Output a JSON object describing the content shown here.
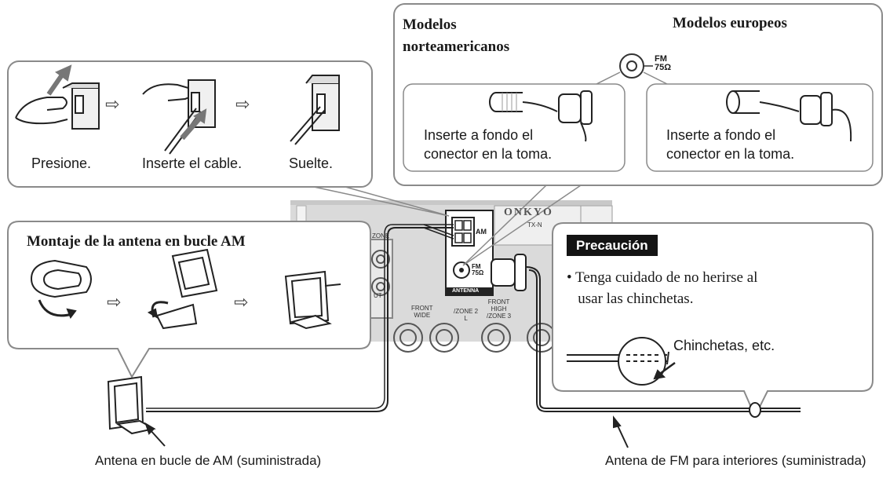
{
  "steps": {
    "press": "Presione.",
    "insert": "Inserte el cable.",
    "release": "Suelte."
  },
  "fm_panel": {
    "na_heading": "Modelos\nnorteamericanos",
    "eu_heading": "Modelos europeos",
    "jack_label": "FM\n75Ω",
    "na_instruction": "Inserte a fondo el\nconector en la toma.",
    "eu_instruction": "Inserte a fondo el\nconector en la toma."
  },
  "am_panel": {
    "heading": "Montaje de la antena en bucle AM"
  },
  "caution": {
    "badge": "Precaución",
    "bullet": "• Tenga cuidado de no herirse al\n   usar las chinchetas.",
    "pins_label": "Chinchetas, etc."
  },
  "device": {
    "brand": "ONKYO",
    "model": "TX-N",
    "am_label": "AM",
    "fm_label": "FM\n75Ω",
    "antenna_label": "ANTENNA",
    "zone_label": "ZONE",
    "front_wide": "FRONT\nWIDE",
    "zone2": "/ZONE 2\nL",
    "front_high": "FRONT\nHIGH\n/ZONE 3",
    "out_label": "UT"
  },
  "captions": {
    "am_antenna": "Antena en bucle de AM (suministrada)",
    "fm_antenna": "Antena de FM para interiores (suministrada)"
  },
  "colors": {
    "stroke": "#2a2a2a",
    "callout_border": "#8a8a8a",
    "panel_gray": "#d9d9d9",
    "badge_bg": "#141414"
  }
}
